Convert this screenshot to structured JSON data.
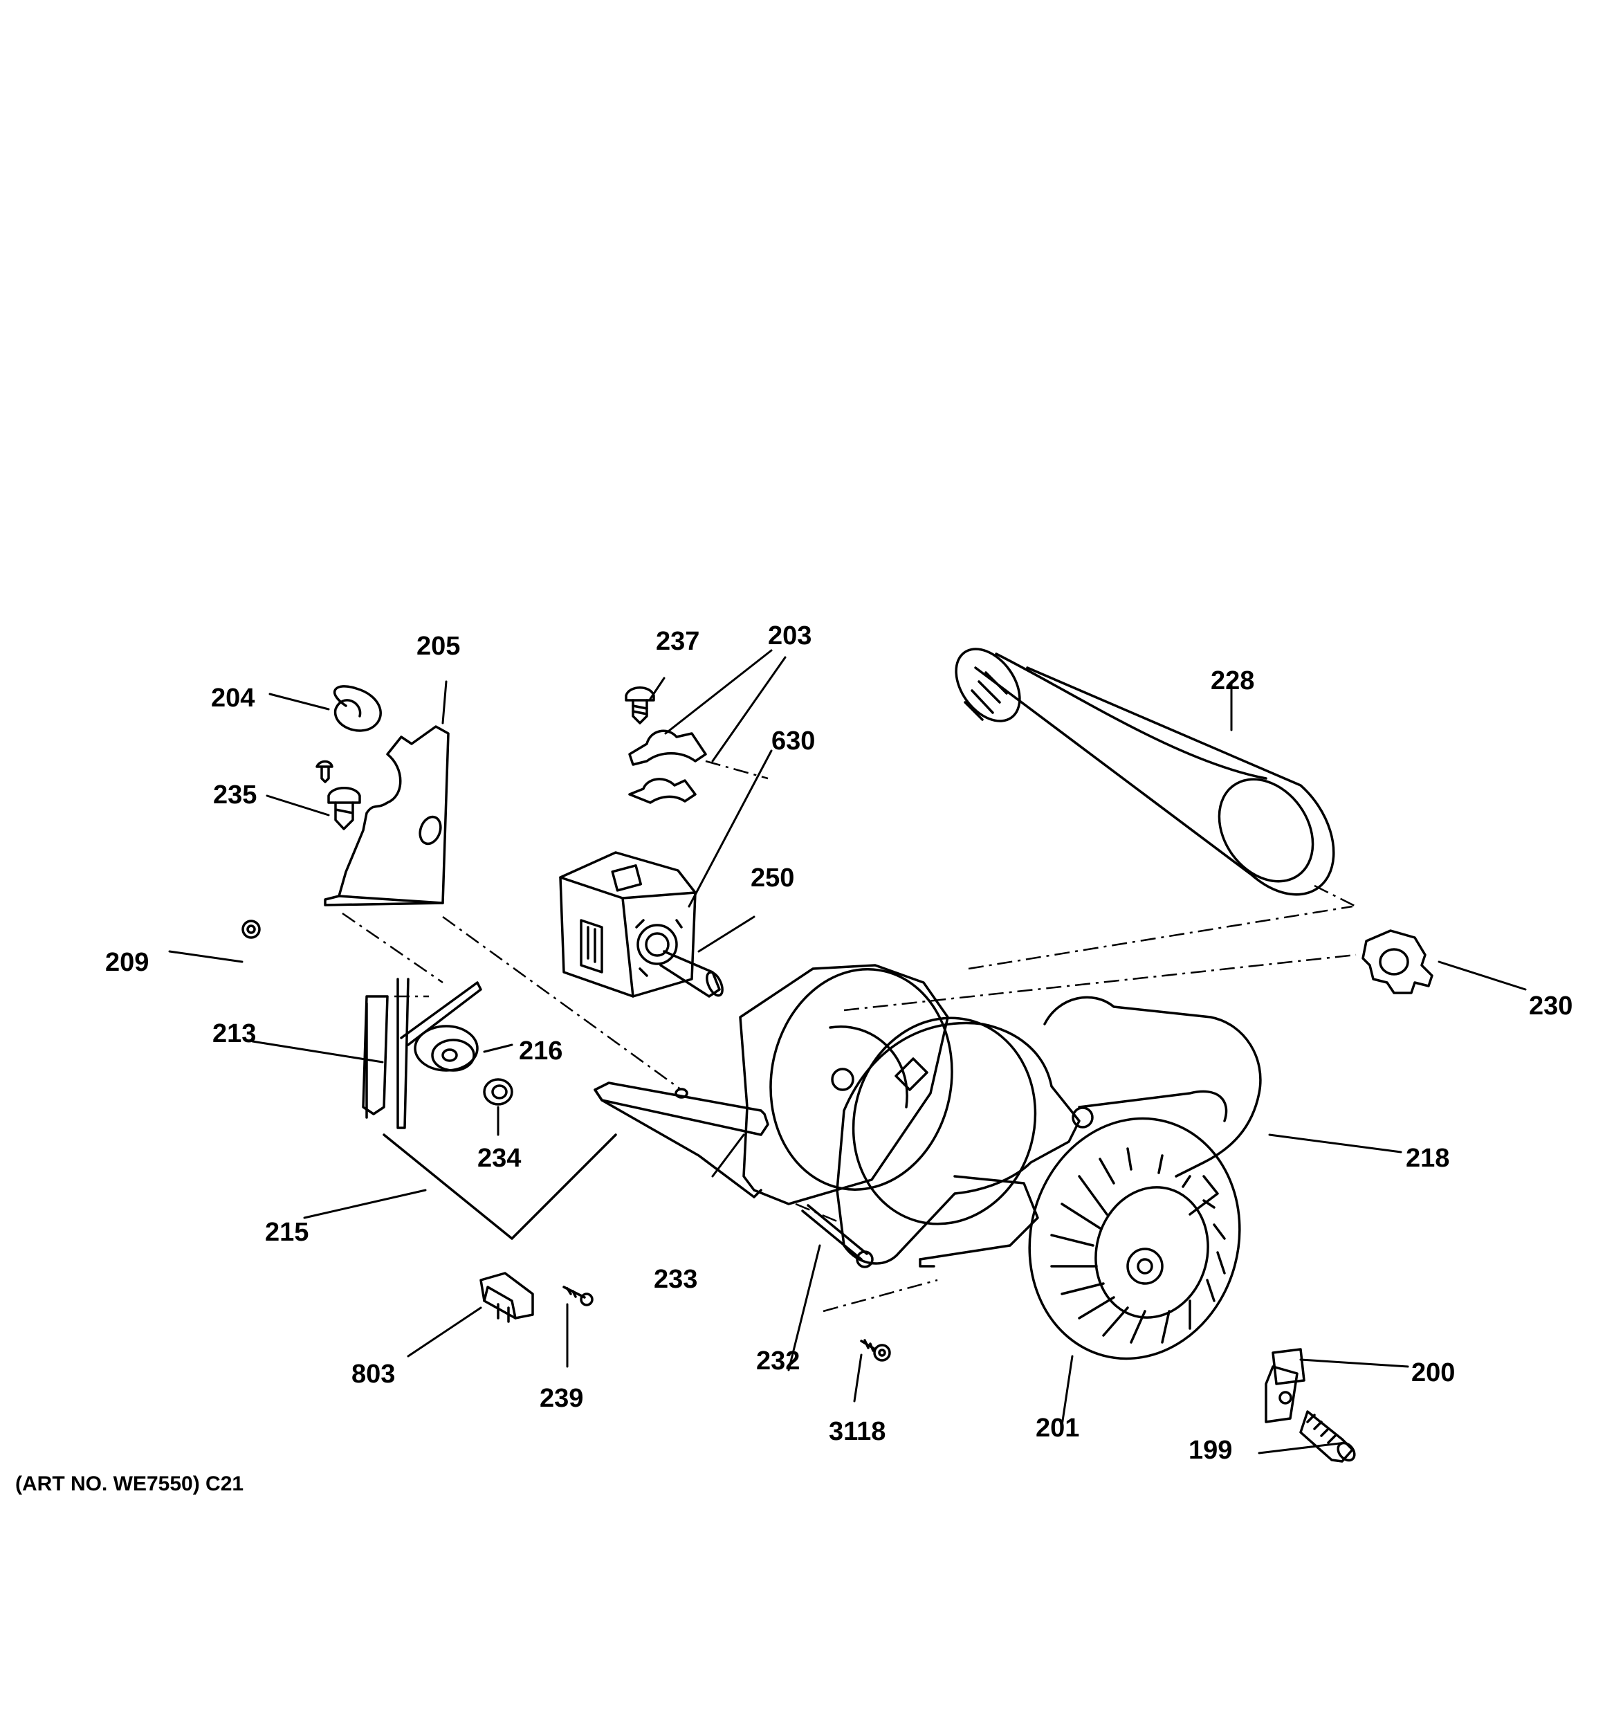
{
  "diagram": {
    "art_number": "(ART NO. WE7550) C21",
    "labels": {
      "p199": "199",
      "p200": "200",
      "p201": "201",
      "p203": "203",
      "p204": "204",
      "p205": "205",
      "p209": "209",
      "p213": "213",
      "p215": "215",
      "p216": "216",
      "p218": "218",
      "p228": "228",
      "p230": "230",
      "p232": "232",
      "p233": "233",
      "p234": "234",
      "p235": "235",
      "p237": "237",
      "p239": "239",
      "p250": "250",
      "p630": "630",
      "p803": "803",
      "p3118": "3118"
    }
  }
}
